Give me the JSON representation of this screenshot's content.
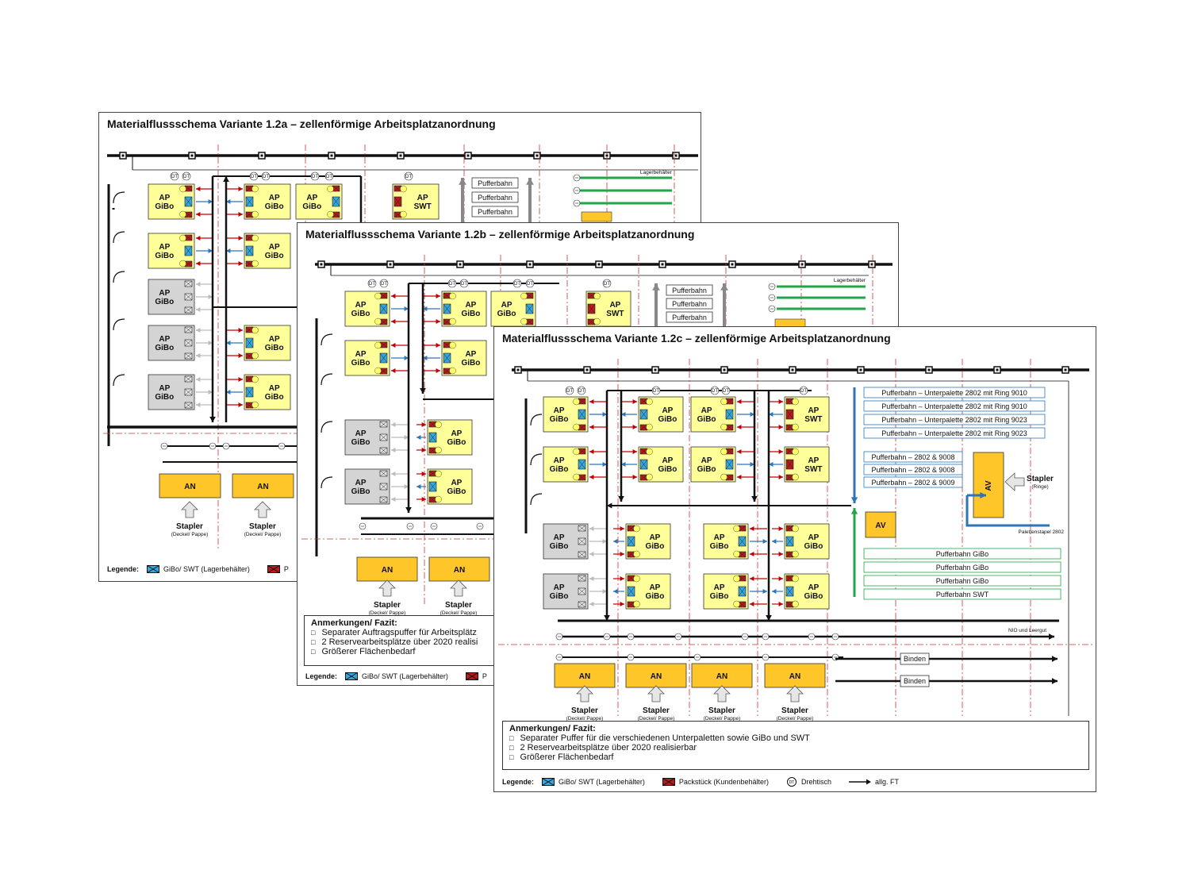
{
  "sheets": [
    {
      "title": "Materialflussschema Variante 1.2a – zellenförmige Arbeitsplatzanordnung"
    },
    {
      "title": "Materialflussschema Variante 1.2b – zellenförmige Arbeitsplatzanordnung"
    },
    {
      "title": "Materialflussschema Variante 1.2c – zellenförmige Arbeitsplatzanordnung"
    }
  ],
  "labels": {
    "ap": "AP",
    "gibo": "GiBo",
    "swt": "SWT",
    "dt": "DT",
    "an": "AN",
    "av": "AV",
    "stapler": "Stapler",
    "deckel_pappe": "(Deckel/ Pappe)",
    "ringe": "(Ringe)",
    "pufferbahn": "Pufferbahn",
    "lagerbehaelter": "Lagerbehälter",
    "palettenstapel": "Palettenstapel 2802",
    "nio": "NIO und Leergut",
    "binden": "Binden"
  },
  "pufferbahnen_c": {
    "top": [
      "Pufferbahn  – Unterpalette  2802  mit Ring  9010",
      "Pufferbahn  – Unterpalette  2802  mit Ring  9010",
      "Pufferbahn  – Unterpalette  2802  mit Ring  9023",
      "Pufferbahn  – Unterpalette  2802  mit Ring  9023"
    ],
    "mid": [
      "Pufferbahn   – 2802  &  9008",
      "Pufferbahn   – 2802  &  9008",
      "Pufferbahn   – 2802  &  9009"
    ],
    "green": [
      "Pufferbahn  GiBo",
      "Pufferbahn  GiBo",
      "Pufferbahn  GiBo",
      "Pufferbahn  SWT"
    ]
  },
  "notes_b": {
    "heading": "Anmerkungen/ Fazit:",
    "items": [
      "Separater Auftragspuffer für Arbeitsplätz",
      "2 Reservearbeitsplätze  über 2020 realisi",
      "Größerer Flächenbedarf"
    ]
  },
  "notes_c": {
    "heading": "Anmerkungen/ Fazit:",
    "items": [
      "Separater Puffer für die verschiedenen Unterpaletten  sowie GiBo und SWT",
      "2 Reservearbeitsplätze  über 2020 realisierbar",
      "Größerer Flächenbedarf"
    ]
  },
  "legend": {
    "heading": "Legende:",
    "gibo_swt": "GiBo/ SWT (Lagerbehälter)",
    "packstueck": "Packstück (Kundenbehälter)",
    "drehtisch": "Drehtisch",
    "ft": "allg. FT",
    "cut_a": "P",
    "cut_b": "P"
  },
  "colors": {
    "cell_yellow": "#ffff99",
    "cell_gray": "#d4d4d4",
    "an_orange": "#ffc629",
    "blue_arrow": "#2e75b6",
    "red_arrow": "#c00000",
    "green_line": "#22a64a",
    "box_blue": "#35a7dd",
    "box_red": "#b71c1c"
  }
}
